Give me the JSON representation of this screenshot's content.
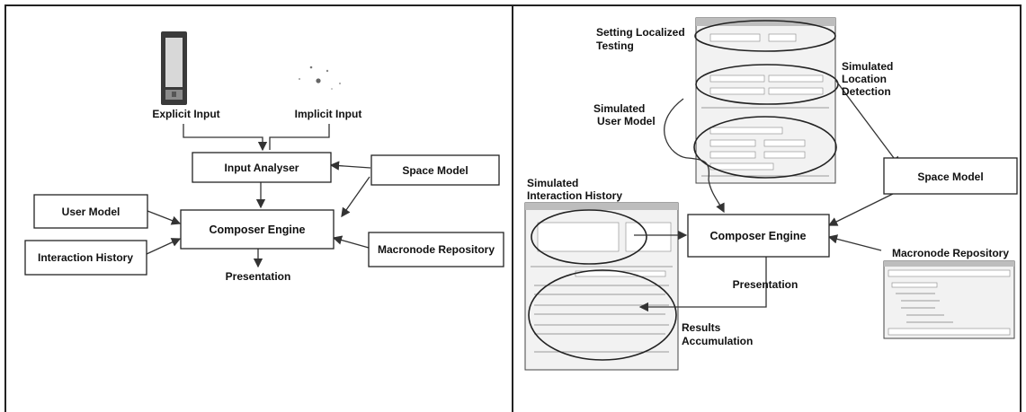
{
  "left": {
    "explicit_input": "Explicit Input",
    "implicit_input": "Implicit Input",
    "input_analyser": "Input Analyser",
    "space_model": "Space Model",
    "user_model": "User Model",
    "composer_engine": "Composer Engine",
    "interaction_history": "Interaction History",
    "macronode_repository": "Macronode Repository",
    "presentation": "Presentation"
  },
  "right": {
    "setting_localized_testing_1": "Setting Localized",
    "setting_localized_testing_2": "Testing",
    "simulated_location_detection_1": "Simulated",
    "simulated_location_detection_2": "Location",
    "simulated_location_detection_3": "Detection",
    "simulated_user_model_1": "Simulated",
    "simulated_user_model_2": "User Model",
    "simulated_interaction_history_1": "Simulated",
    "simulated_interaction_history_2": "Interaction History",
    "space_model": "Space Model",
    "composer_engine": "Composer Engine",
    "macronode_repository": "Macronode Repository",
    "presentation": "Presentation",
    "results_accumulation_1": "Results",
    "results_accumulation_2": "Accumulation"
  }
}
